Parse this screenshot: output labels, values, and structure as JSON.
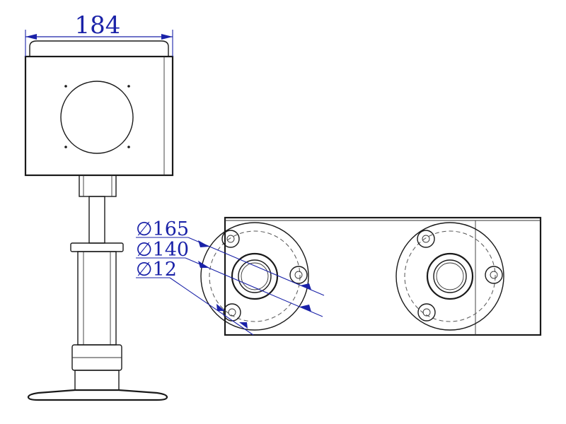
{
  "dimensions": {
    "width": "184",
    "bolt_circle_outer": "∅165",
    "bolt_circle_inner": "∅140",
    "hole": "∅12"
  },
  "colors": {
    "dimension": "#1a22a8",
    "outline": "#1a1a1a"
  }
}
